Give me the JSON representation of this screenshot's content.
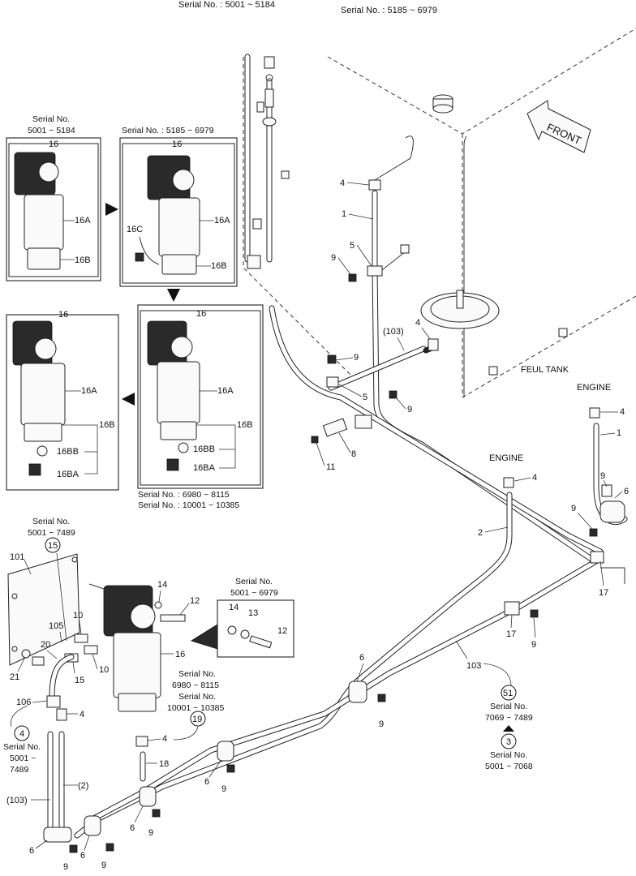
{
  "header": {
    "serial_left": "Serial No. : 5001 ~ 5184",
    "serial_right": "Serial No. : 5185 ~ 6979"
  },
  "tank": {
    "front_label": "FRONT",
    "name": "FEUL TANK"
  },
  "insets": {
    "a": {
      "serial_line1": "Serial No.",
      "serial_line2": "5001 ~ 5184",
      "labels": [
        "16",
        "16A",
        "16B"
      ]
    },
    "b": {
      "serial": "Serial No. : 5185 ~ 6979",
      "labels": [
        "16",
        "16A",
        "16B",
        "16C"
      ]
    },
    "c": {
      "serial_line1": "Serial No. : 6980 ~ 8115",
      "serial_line2": "Serial No. : 10001 ~ 10385",
      "labels": [
        "16",
        "16A",
        "16B",
        "16BB",
        "16BA"
      ]
    },
    "d": {
      "labels": [
        "16",
        "16A",
        "16B",
        "16BB",
        "16BA"
      ]
    },
    "e": {
      "serial_line1": "Serial No.",
      "serial_line2": "5001 ~ 6979",
      "labels": [
        "14",
        "13",
        "12"
      ]
    }
  },
  "engine_labels": [
    "ENGINE",
    "ENGINE"
  ],
  "callouts": {
    "upper": [
      "4",
      "1",
      "5",
      "9",
      "(103)",
      "4",
      "9",
      "5",
      "9",
      "8",
      "11",
      "4",
      "1",
      "4",
      "2",
      "9",
      "6",
      "9",
      "17",
      "17",
      "9",
      "103"
    ],
    "lower": [
      "101",
      "14",
      "12",
      "10",
      "105",
      "10",
      "16",
      "20",
      "15",
      "21",
      "4",
      "106",
      "4",
      "18",
      "(2)",
      "(103)",
      "6",
      "6",
      "9",
      "6",
      "9",
      "6",
      "9",
      "6",
      "9",
      "9"
    ]
  },
  "references": {
    "ref15": {
      "num": "15",
      "line1": "Serial No.",
      "line2": "5001 ~ 7489"
    },
    "ref4": {
      "num": "4",
      "line1": "Serial No.",
      "line2": "5001 ~",
      "line3": "7489"
    },
    "ref19": {
      "num": "19",
      "line1": "Serial No.",
      "line2": "6980 ~ 8115",
      "line3": "Serial No.",
      "line4": "10001 ~ 10385"
    },
    "ref51": {
      "num": "51",
      "line1": "Serial No.",
      "line2": "7069 ~ 7489"
    },
    "ref3": {
      "num": "3",
      "line1": "Serial No.",
      "line2": "5001 ~ 7068"
    }
  }
}
